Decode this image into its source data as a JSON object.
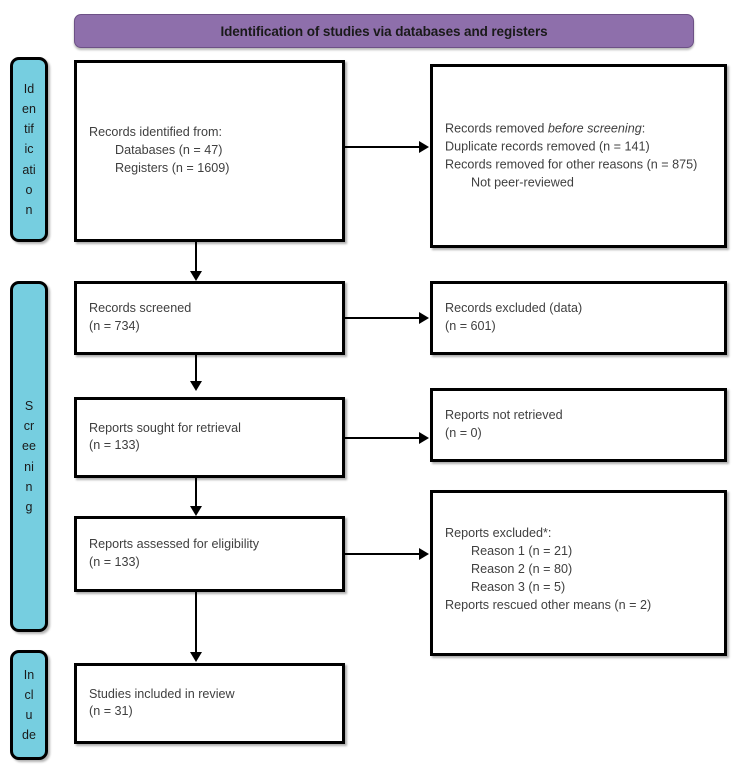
{
  "header": {
    "title": "Identification of studies via databases and registers",
    "color": "#8e6fab"
  },
  "stages": [
    {
      "name": "identification",
      "label": "Identification",
      "segments": [
        "Id",
        "en",
        "tif",
        "ic",
        "ati",
        "o",
        "n"
      ],
      "color": "#76cee0"
    },
    {
      "name": "screening",
      "label": "Screening",
      "segments": [
        "S",
        "cr",
        "ee",
        "ni",
        "n",
        "g"
      ],
      "color": "#76cee0"
    },
    {
      "name": "included",
      "label": "Included",
      "segments": [
        "In",
        "cl",
        "u",
        "de"
      ],
      "color": "#76cee0"
    }
  ],
  "boxes": {
    "records_identified": {
      "lines": [
        "Records identified from:",
        "Databases (n = 47)",
        "Registers (n = 1609)"
      ]
    },
    "records_removed": {
      "lead": "Records removed ",
      "lead_italic": "before screening",
      "lead_tail": ":",
      "lines": [
        "Duplicate records removed (n = 141)",
        "Records removed for other reasons (n = 875) Not peer-reviewed"
      ]
    },
    "records_screened": {
      "lines": [
        "Records screened",
        "(n = 734)"
      ]
    },
    "records_excluded": {
      "lines": [
        "Records excluded (data)",
        "(n = 601)"
      ]
    },
    "reports_sought": {
      "lines": [
        "Reports sought for retrieval",
        "(n = 133)"
      ]
    },
    "reports_not_retrieved": {
      "lines": [
        "Reports not retrieved",
        "(n = 0)"
      ]
    },
    "reports_assessed": {
      "lines": [
        "Reports assessed for eligibility",
        "(n = 133)"
      ]
    },
    "reports_excluded": {
      "title": "Reports excluded*:",
      "reasons": [
        "Reason 1 (n = 21)",
        "Reason 2 (n = 80)",
        "Reason 3 (n = 5)"
      ],
      "footer": "Reports rescued other means (n = 2)"
    },
    "studies_included": {
      "lines": [
        "Studies included in review",
        "(n = 31)"
      ]
    }
  }
}
